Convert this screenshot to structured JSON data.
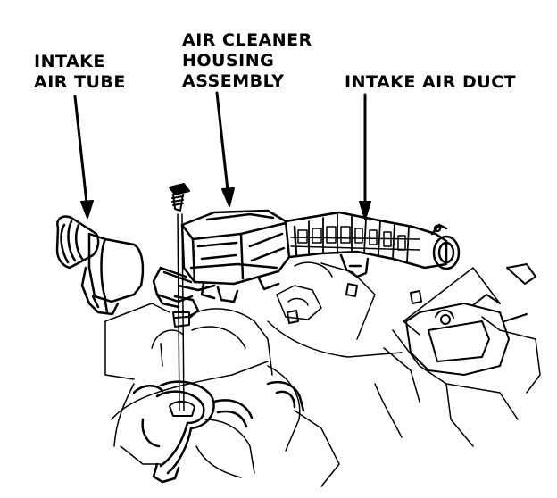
{
  "labels": {
    "intake_air_tube": [
      "INTAKE",
      "AIR TUBE"
    ],
    "air_cleaner_housing": [
      "AIR CLEANER",
      "HOUSING",
      "ASSEMBLY"
    ],
    "intake_air_duct": [
      "INTAKE AIR DUCT"
    ]
  },
  "colors": {
    "ink": "#000000",
    "paper": "#ffffff"
  }
}
